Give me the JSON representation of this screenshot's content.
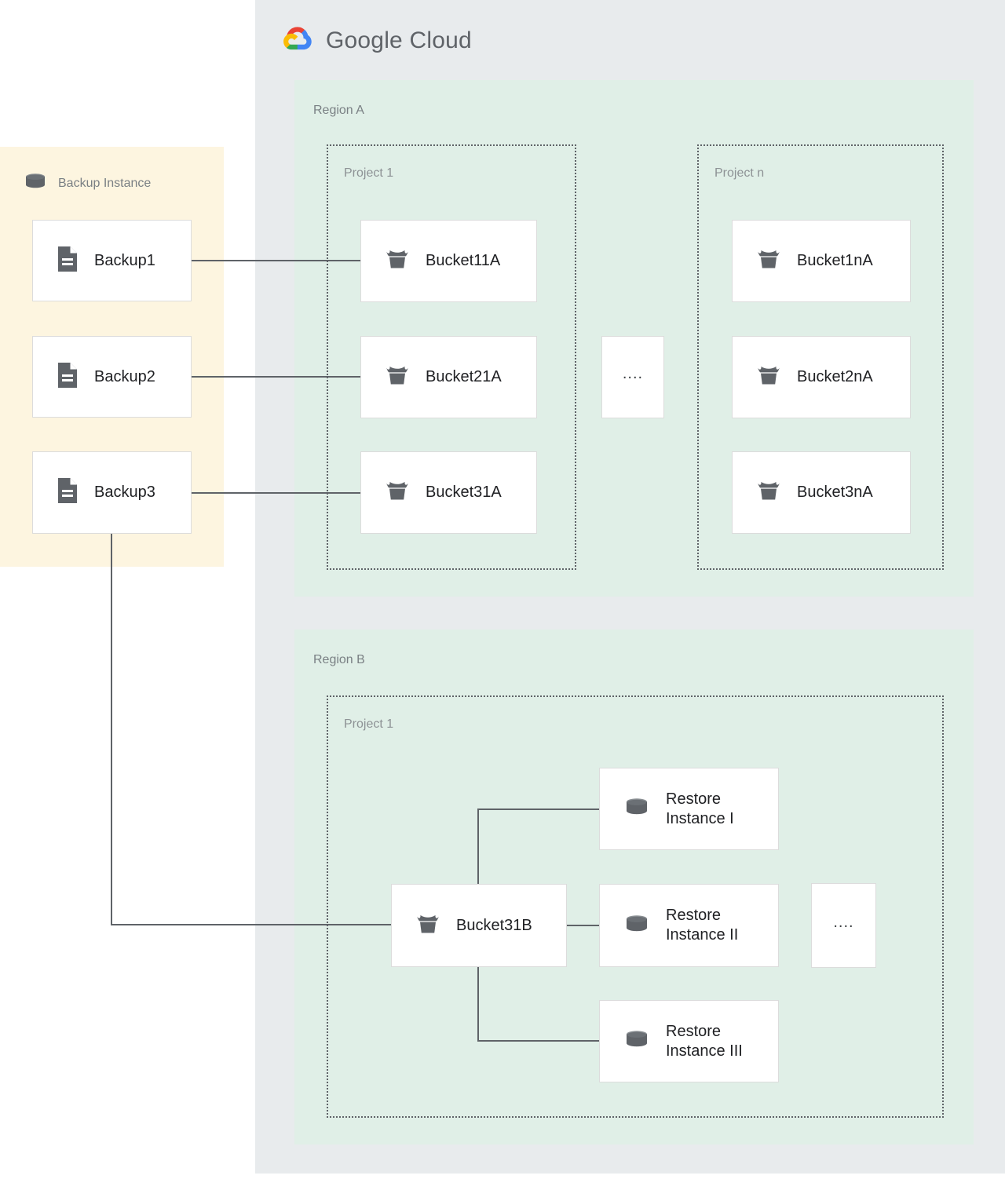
{
  "cloud": {
    "brand_word_1": "Google",
    "brand_word_2": "Cloud",
    "logo_icon": "google-cloud-logo-icon",
    "panel_color": "#e8ebed"
  },
  "backup_instance": {
    "title": "Backup Instance",
    "icon": "database-cylinder-icon",
    "panel_color": "#fdf5e0",
    "items": [
      {
        "label": "Backup1",
        "icon": "document-icon"
      },
      {
        "label": "Backup2",
        "icon": "document-icon"
      },
      {
        "label": "Backup3",
        "icon": "document-icon"
      }
    ]
  },
  "regions": [
    {
      "title": "Region A",
      "panel_color": "#e0efe7",
      "projects": [
        {
          "title": "Project 1",
          "buckets": [
            {
              "label": "Bucket11A",
              "icon": "bucket-icon"
            },
            {
              "label": "Bucket21A",
              "icon": "bucket-icon"
            },
            {
              "label": "Bucket31A",
              "icon": "bucket-icon"
            }
          ]
        },
        {
          "title": "Project n",
          "buckets": [
            {
              "label": "Bucket1nA",
              "icon": "bucket-icon"
            },
            {
              "label": "Bucket2nA",
              "icon": "bucket-icon"
            },
            {
              "label": "Bucket3nA",
              "icon": "bucket-icon"
            }
          ]
        }
      ],
      "ellipsis_card": "...."
    },
    {
      "title": "Region B",
      "panel_color": "#e0efe7",
      "projects": [
        {
          "title": "Project 1",
          "buckets": [
            {
              "label": "Bucket31B",
              "icon": "bucket-icon"
            }
          ],
          "restore_instances": [
            {
              "label": "Restore\nInstance I",
              "icon": "database-cylinder-icon"
            },
            {
              "label": "Restore\nInstance II",
              "icon": "database-cylinder-icon"
            },
            {
              "label": "Restore\nInstance III",
              "icon": "database-cylinder-icon"
            }
          ]
        }
      ],
      "ellipsis_card": "...."
    }
  ],
  "colors": {
    "icon_gray": "#5f6368",
    "card_border": "#dcdcdc",
    "wire": "#5f6368",
    "text_dark": "#202124",
    "text_muted": "#7a8084",
    "google_blue": "#4285f4",
    "google_red": "#ea4335",
    "google_yellow": "#fbbc04",
    "google_green": "#34a853"
  }
}
